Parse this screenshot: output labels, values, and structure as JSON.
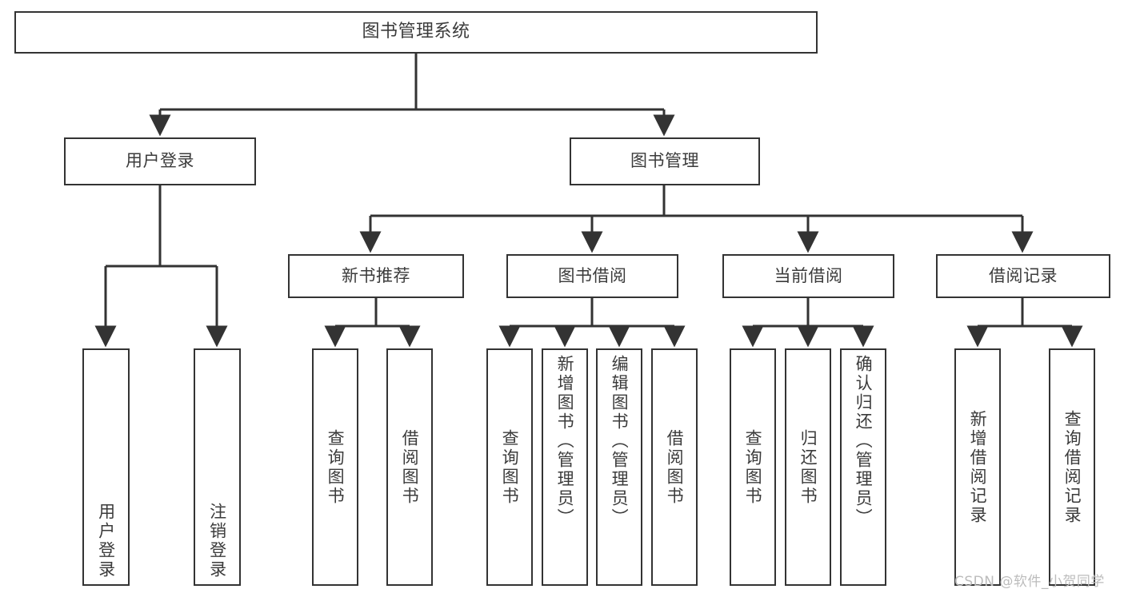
{
  "diagram": {
    "title": "图书管理系统",
    "type": "tree",
    "orientation": "top-down",
    "colors": {
      "stroke": "#333333",
      "text": "#3b3b3b",
      "background": "#ffffff",
      "watermark": "#bcbcbc"
    },
    "watermark": "CSDN @软件_小贺同学",
    "nodes": {
      "root": {
        "label": "图书管理系统",
        "level": 0
      },
      "user_login": {
        "label": "用户登录",
        "level": 1
      },
      "book_manage": {
        "label": "图书管理",
        "level": 1
      },
      "new_book_rec": {
        "label": "新书推荐",
        "level": 2
      },
      "book_borrow": {
        "label": "图书借阅",
        "level": 2
      },
      "current_borrow": {
        "label": "当前借阅",
        "level": 2
      },
      "borrow_record": {
        "label": "借阅记录",
        "level": 2
      },
      "leaf_user_login": {
        "label": "用户登录",
        "level": 2
      },
      "leaf_logout": {
        "label": "注销登录",
        "level": 2
      },
      "leaf_query_book_1": {
        "label": "查询图书",
        "level": 3
      },
      "leaf_borrow_book_1": {
        "label": "借阅图书",
        "level": 3
      },
      "leaf_query_book_2": {
        "label": "查询图书",
        "level": 3
      },
      "leaf_add_book": {
        "label": "新增图书（管理员）",
        "level": 3
      },
      "leaf_edit_book": {
        "label": "编辑图书（管理员）",
        "level": 3
      },
      "leaf_borrow_book_2": {
        "label": "借阅图书",
        "level": 3
      },
      "leaf_query_book_3": {
        "label": "查询图书",
        "level": 3
      },
      "leaf_return_book": {
        "label": "归还图书",
        "level": 3
      },
      "leaf_confirm_return": {
        "label": "确认归还（管理员）",
        "level": 3
      },
      "leaf_add_record": {
        "label": "新增借阅记录",
        "level": 3
      },
      "leaf_query_record": {
        "label": "查询借阅记录",
        "level": 3
      }
    },
    "edges": [
      {
        "from": "root",
        "to": "user_login"
      },
      {
        "from": "root",
        "to": "book_manage"
      },
      {
        "from": "user_login",
        "to": "leaf_user_login"
      },
      {
        "from": "user_login",
        "to": "leaf_logout"
      },
      {
        "from": "book_manage",
        "to": "new_book_rec"
      },
      {
        "from": "book_manage",
        "to": "book_borrow"
      },
      {
        "from": "book_manage",
        "to": "current_borrow"
      },
      {
        "from": "book_manage",
        "to": "borrow_record"
      },
      {
        "from": "new_book_rec",
        "to": "leaf_query_book_1"
      },
      {
        "from": "new_book_rec",
        "to": "leaf_borrow_book_1"
      },
      {
        "from": "book_borrow",
        "to": "leaf_query_book_2"
      },
      {
        "from": "book_borrow",
        "to": "leaf_add_book"
      },
      {
        "from": "book_borrow",
        "to": "leaf_edit_book"
      },
      {
        "from": "book_borrow",
        "to": "leaf_borrow_book_2"
      },
      {
        "from": "current_borrow",
        "to": "leaf_query_book_3"
      },
      {
        "from": "current_borrow",
        "to": "leaf_return_book"
      },
      {
        "from": "current_borrow",
        "to": "leaf_confirm_return"
      },
      {
        "from": "borrow_record",
        "to": "leaf_add_record"
      },
      {
        "from": "borrow_record",
        "to": "leaf_query_record"
      }
    ]
  }
}
